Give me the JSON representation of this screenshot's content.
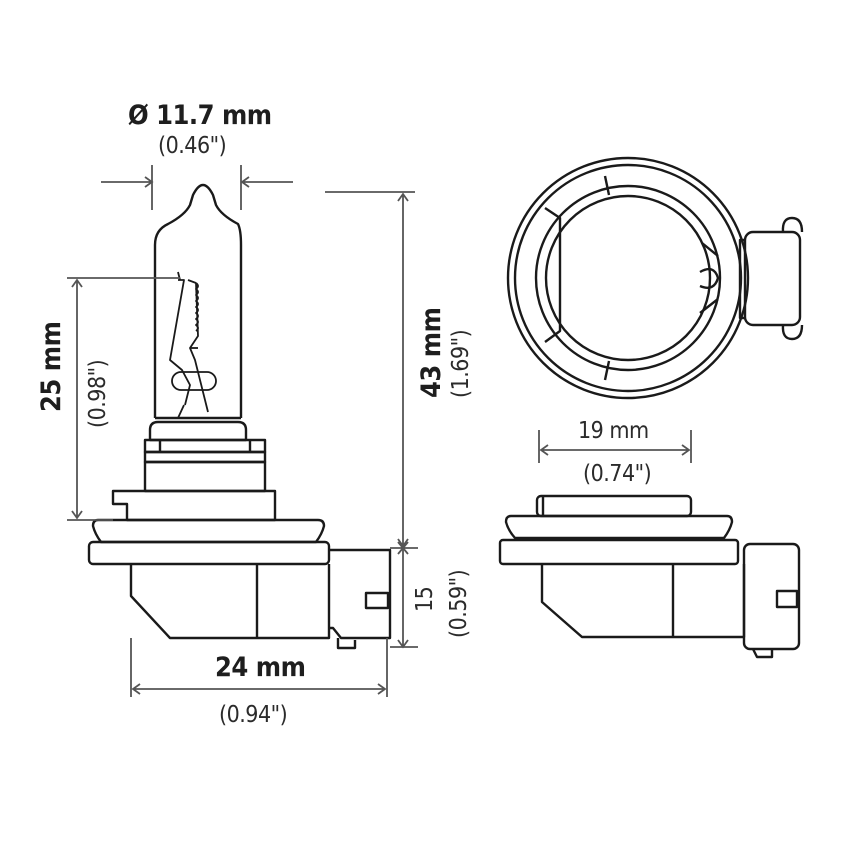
{
  "diagram": {
    "title": "Halogen bulb dimension drawing",
    "colors": {
      "outline": "#1a1a1a",
      "dimension_line": "#555555",
      "background": "#ffffff"
    },
    "views": [
      {
        "id": "side-view",
        "description": "Bulb side view with glass capsule, filament, base and connector"
      },
      {
        "id": "top-view",
        "description": "Base top view: concentric rings with locking tabs and connector"
      },
      {
        "id": "base-side-view",
        "description": "Base side view without bulb"
      }
    ],
    "dimensions": {
      "diameter": {
        "metric": "Ø 11.7 mm",
        "imperial": "(0.46\")"
      },
      "light_center": {
        "metric": "25 mm",
        "imperial": "(0.98\")"
      },
      "overall_height": {
        "metric": "43 mm",
        "imperial": "(1.69\")"
      },
      "base_height": {
        "metric": "15",
        "imperial": "(0.59\")"
      },
      "overall_width": {
        "metric": "24 mm",
        "imperial": "(0.94\")"
      },
      "flange_width": {
        "metric": "19 mm",
        "imperial": "(0.74\")"
      }
    }
  }
}
